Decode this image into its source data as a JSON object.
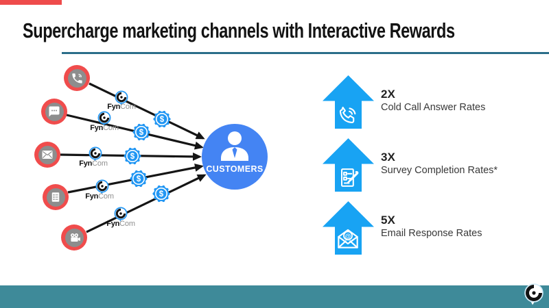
{
  "slide": {
    "title": "Supercharge marketing channels with Interactive Rewards",
    "colors": {
      "accent_red": "#ee4b4b",
      "channel_red": "#f04c4c",
      "badge_blue": "#2196f3",
      "customers_blue": "#4484f3",
      "stat_arrow_blue": "#18a3f3",
      "divider_teal": "#2b6d89",
      "footer_teal": "#3e8a99"
    }
  },
  "diagram": {
    "customers_label": "CUSTOMERS",
    "brand_bold": "Fyn",
    "brand_light": "Com",
    "reward_symbol": "$",
    "channel_icons": [
      "call-icon",
      "chat-icon",
      "email-icon",
      "checklist-icon",
      "video-camera-icon"
    ],
    "person_icon": "customer-person-icon",
    "brand_badge_icon": "fyncom-swirl-icon",
    "reward_badge_icon": "dollar-seal-icon"
  },
  "stats": {
    "at_glyph": "@",
    "items": [
      {
        "multiplier": "2X",
        "label": "Cold Call Answer Rates",
        "icon": "phone-signal-icon"
      },
      {
        "multiplier": "3X",
        "label": "Survey Completion Rates*",
        "icon": "survey-pencil-icon"
      },
      {
        "multiplier": "5X",
        "label": "Email Response Rates",
        "icon": "email-at-icon"
      }
    ]
  },
  "footer": {
    "logo_icon": "fyncom-bubble-logo"
  }
}
